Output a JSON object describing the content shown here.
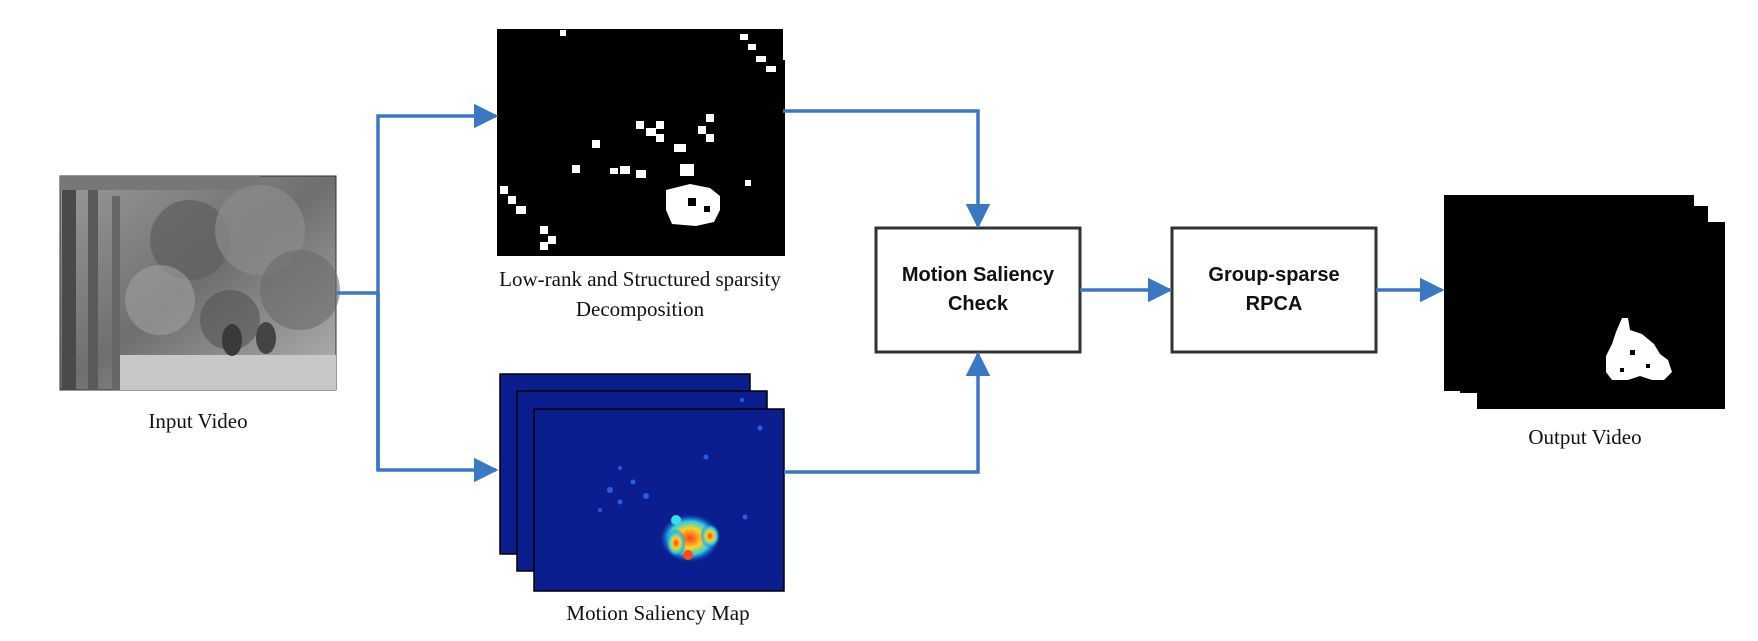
{
  "input": {
    "caption": "Input Video"
  },
  "lowrank": {
    "caption_line1": "Low-rank and Structured sparsity",
    "caption_line2": "Decomposition"
  },
  "saliency_map": {
    "caption": "Motion Saliency Map"
  },
  "check_box": {
    "line1": "Motion Saliency",
    "line2": "Check"
  },
  "rpca_box": {
    "line1": "Group-sparse",
    "line2": "RPCA"
  },
  "output": {
    "caption": "Output Video"
  },
  "colors": {
    "arrow": "#3a78c3",
    "box_border": "#333333",
    "saliency_bg": "#0a1e8f",
    "frame_black": "#000000"
  }
}
